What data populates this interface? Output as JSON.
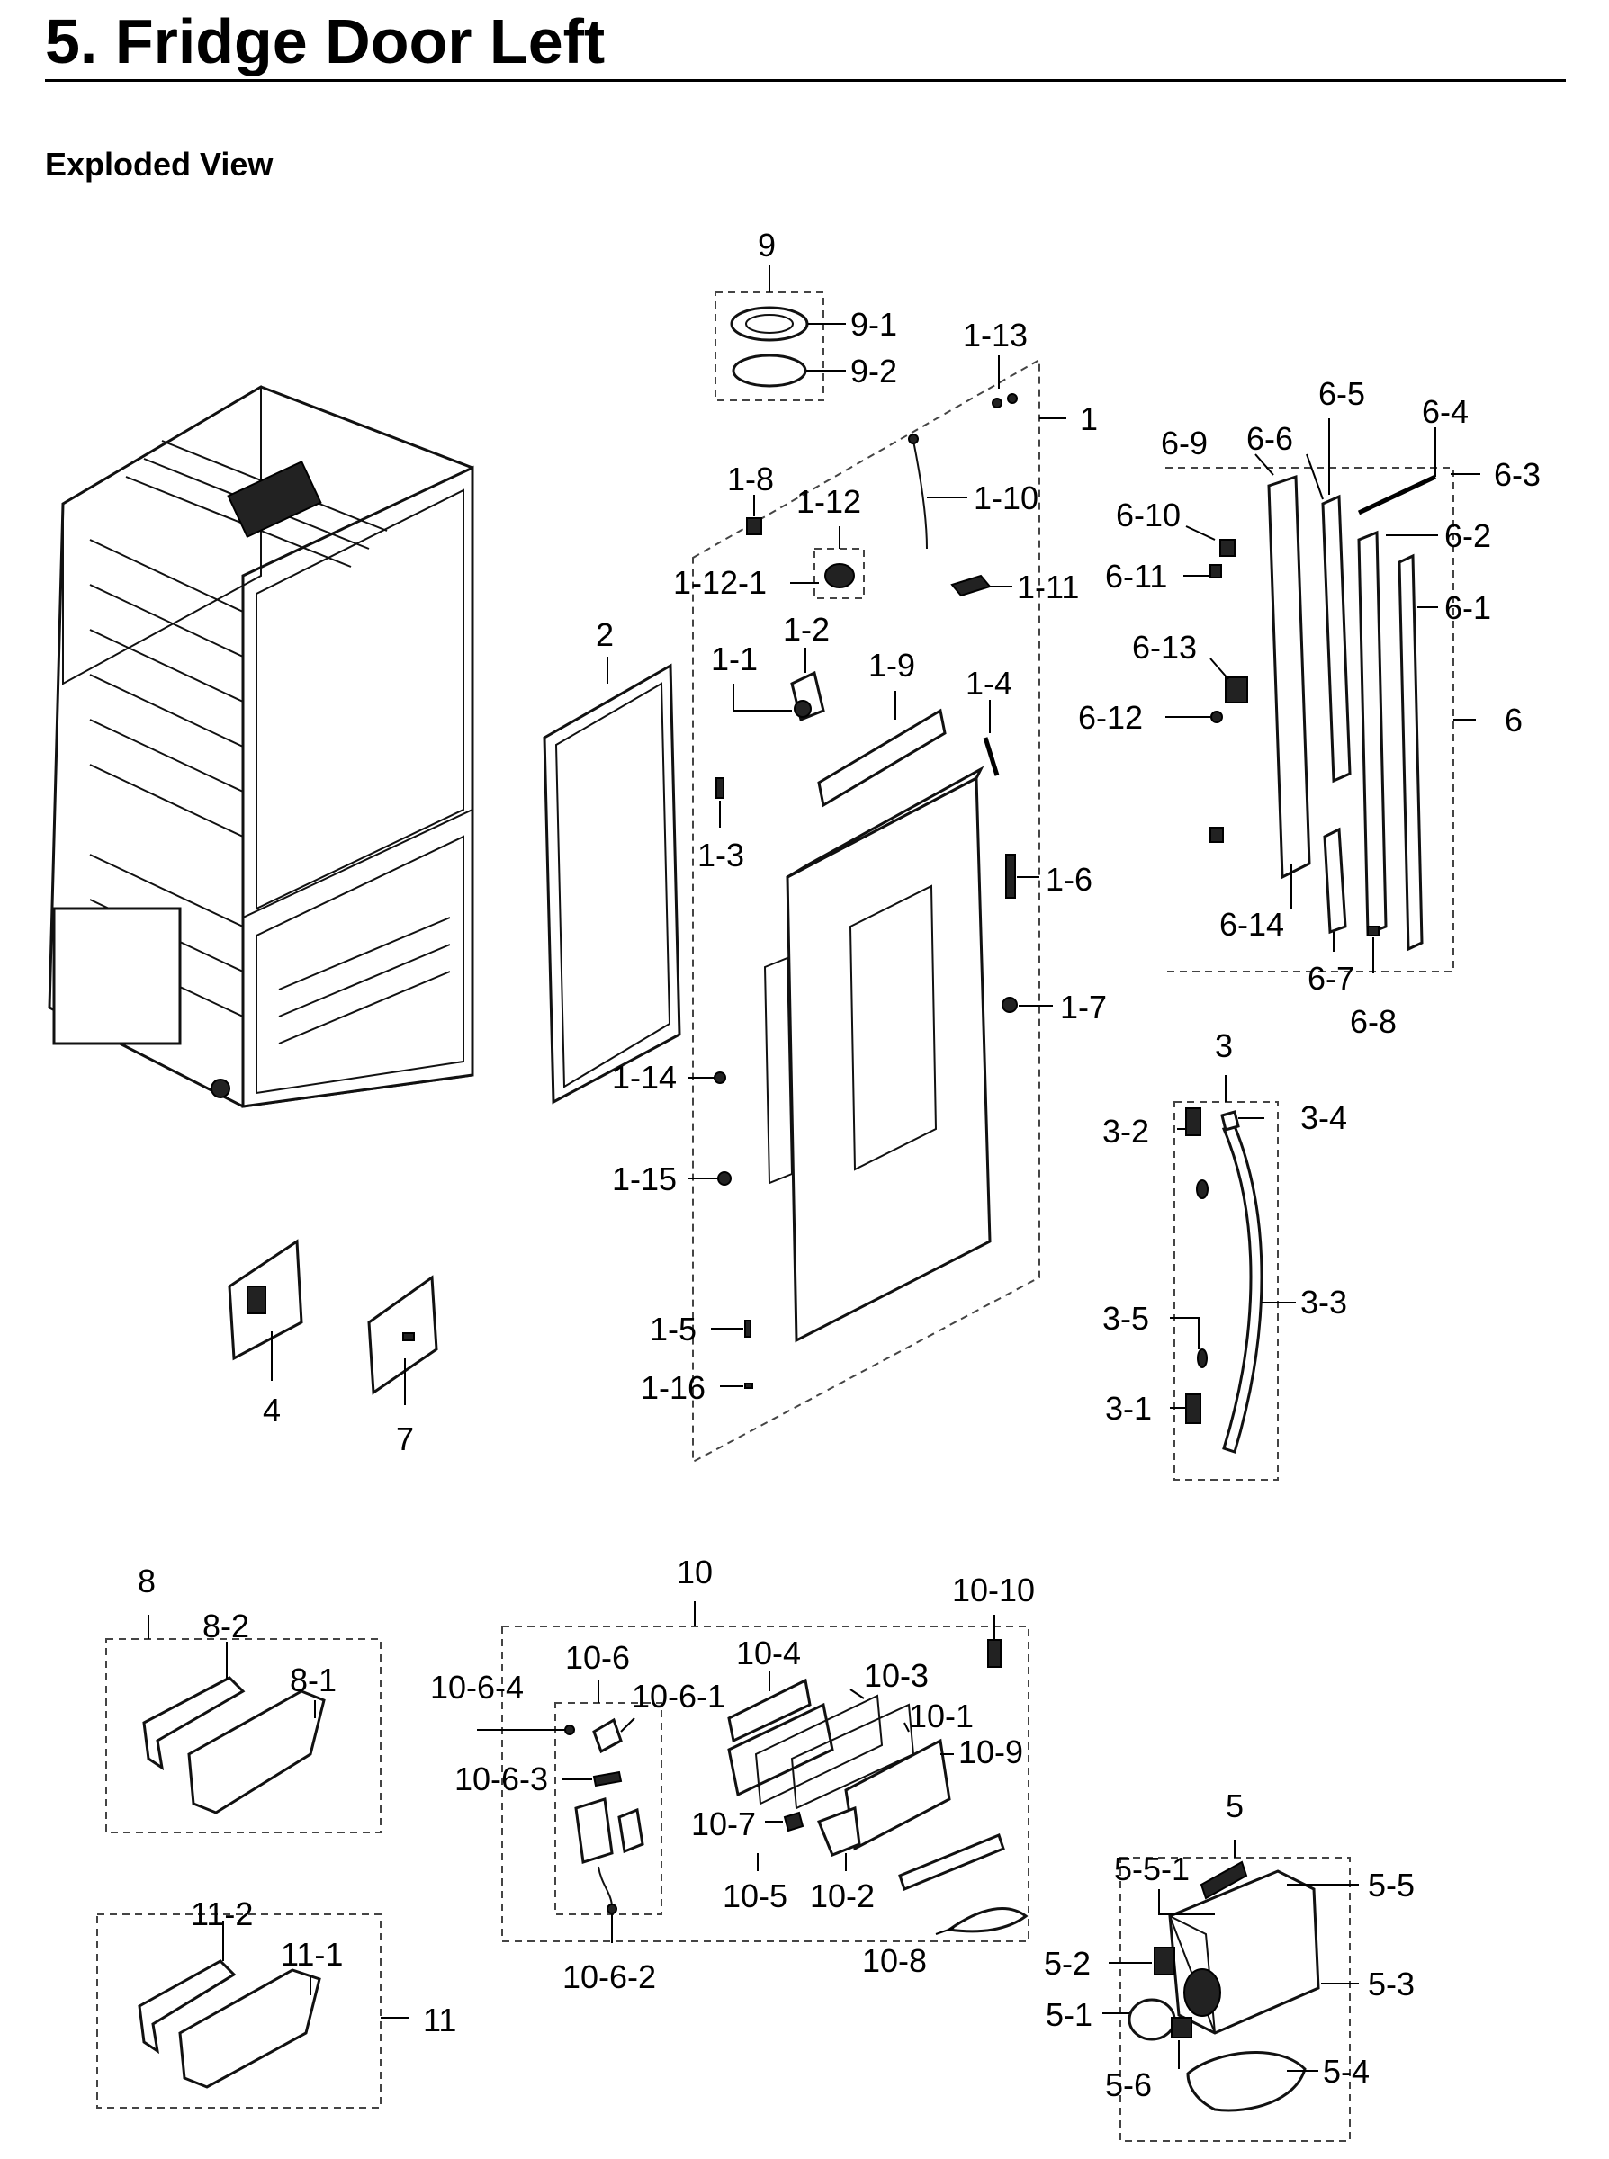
{
  "header": {
    "title": "5.  Fridge Door Left",
    "subtitle": "Exploded View"
  },
  "labels": {
    "p9": "9",
    "p9_1": "9-1",
    "p9_2": "9-2",
    "p1": "1",
    "p1_13": "1-13",
    "p1_10": "1-10",
    "p1_8": "1-8",
    "p1_12": "1-12",
    "p1_12_1": "1-12-1",
    "p1_11": "1-11",
    "p1_1": "1-1",
    "p1_2": "1-2",
    "p1_9": "1-9",
    "p1_4": "1-4",
    "p1_3": "1-3",
    "p1_6": "1-6",
    "p1_7": "1-7",
    "p1_14": "1-14",
    "p1_15": "1-15",
    "p1_5": "1-5",
    "p1_16": "1-16",
    "p2": "2",
    "p4": "4",
    "p7": "7",
    "p6": "6",
    "p6_1": "6-1",
    "p6_2": "6-2",
    "p6_3": "6-3",
    "p6_4": "6-4",
    "p6_5": "6-5",
    "p6_6": "6-6",
    "p6_7": "6-7",
    "p6_8": "6-8",
    "p6_9": "6-9",
    "p6_10": "6-10",
    "p6_11": "6-11",
    "p6_12": "6-12",
    "p6_13": "6-13",
    "p6_14": "6-14",
    "p3": "3",
    "p3_1": "3-1",
    "p3_2": "3-2",
    "p3_3": "3-3",
    "p3_4": "3-4",
    "p3_5": "3-5",
    "p8": "8",
    "p8_1": "8-1",
    "p8_2": "8-2",
    "p11": "11",
    "p11_1": "11-1",
    "p11_2": "11-2",
    "p10": "10",
    "p10_1": "10-1",
    "p10_2": "10-2",
    "p10_3": "10-3",
    "p10_4": "10-4",
    "p10_5": "10-5",
    "p10_6": "10-6",
    "p10_6_1": "10-6-1",
    "p10_6_2": "10-6-2",
    "p10_6_3": "10-6-3",
    "p10_6_4": "10-6-4",
    "p10_7": "10-7",
    "p10_8": "10-8",
    "p10_9": "10-9",
    "p10_10": "10-10",
    "p5": "5",
    "p5_1": "5-1",
    "p5_2": "5-2",
    "p5_3": "5-3",
    "p5_4": "5-4",
    "p5_5": "5-5",
    "p5_5_1": "5-5-1",
    "p5_6": "5-6"
  }
}
